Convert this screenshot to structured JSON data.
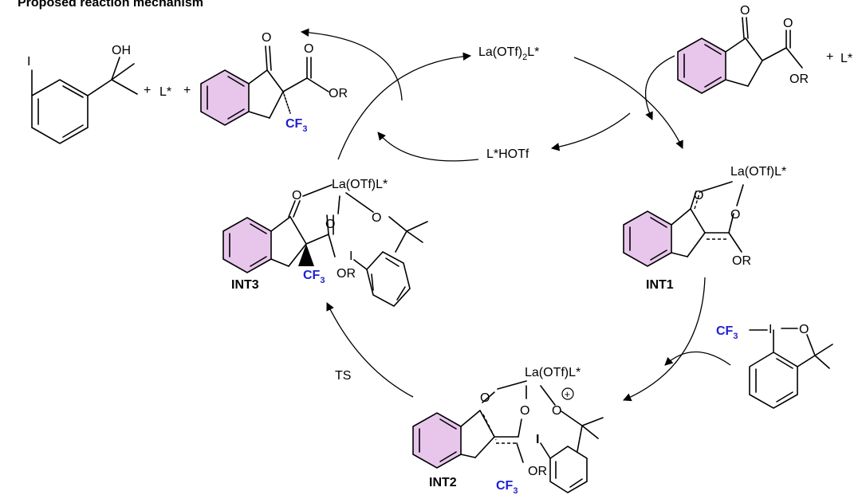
{
  "title": "Proposed reaction mechanism",
  "labels": {
    "catalyst": "La(OTf)",
    "catalyst_sub": "2",
    "catalyst_tail": "L*",
    "la_otf_l": "La(OTf)L*",
    "l_star": "L*",
    "l_hotf": "L*HOTf",
    "plus": "+",
    "ts": "TS",
    "int1": "INT1",
    "int2": "INT2",
    "int3": "INT3",
    "cf3_main": "CF",
    "cf3_sub": "3",
    "or": "OR",
    "o": "O",
    "oh": "OH",
    "iodo": "I",
    "oxonium_plus": "+"
  },
  "colors": {
    "highlight_ring": "#e8c6ec",
    "cf3": "#1f1fd0",
    "bonds": "#000000"
  }
}
